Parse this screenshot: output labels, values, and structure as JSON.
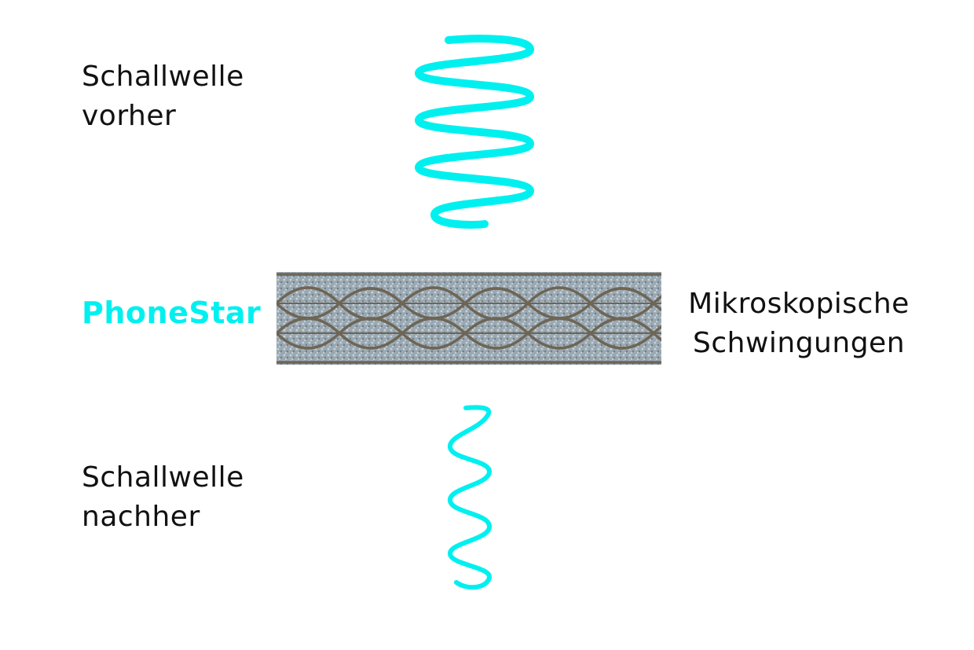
{
  "labels": {
    "before_line1": "Schallwelle",
    "before_line2": "vorher",
    "after_line1": "Schallwelle",
    "after_line2": "nachher",
    "right_line1": "Mikroskopische",
    "right_line2": "Schwingungen"
  },
  "brand": {
    "name": "PhoneStar"
  },
  "colors": {
    "accent": "#00f0f0",
    "text": "#111111",
    "panel_base": "#8d9aa3",
    "panel_fiber": "#7a6e5e"
  },
  "diagram": {
    "wave_before": {
      "amplitude": "large",
      "loops": 5
    },
    "wave_after": {
      "amplitude": "small",
      "loops": 4
    },
    "panel_layers": 3
  }
}
